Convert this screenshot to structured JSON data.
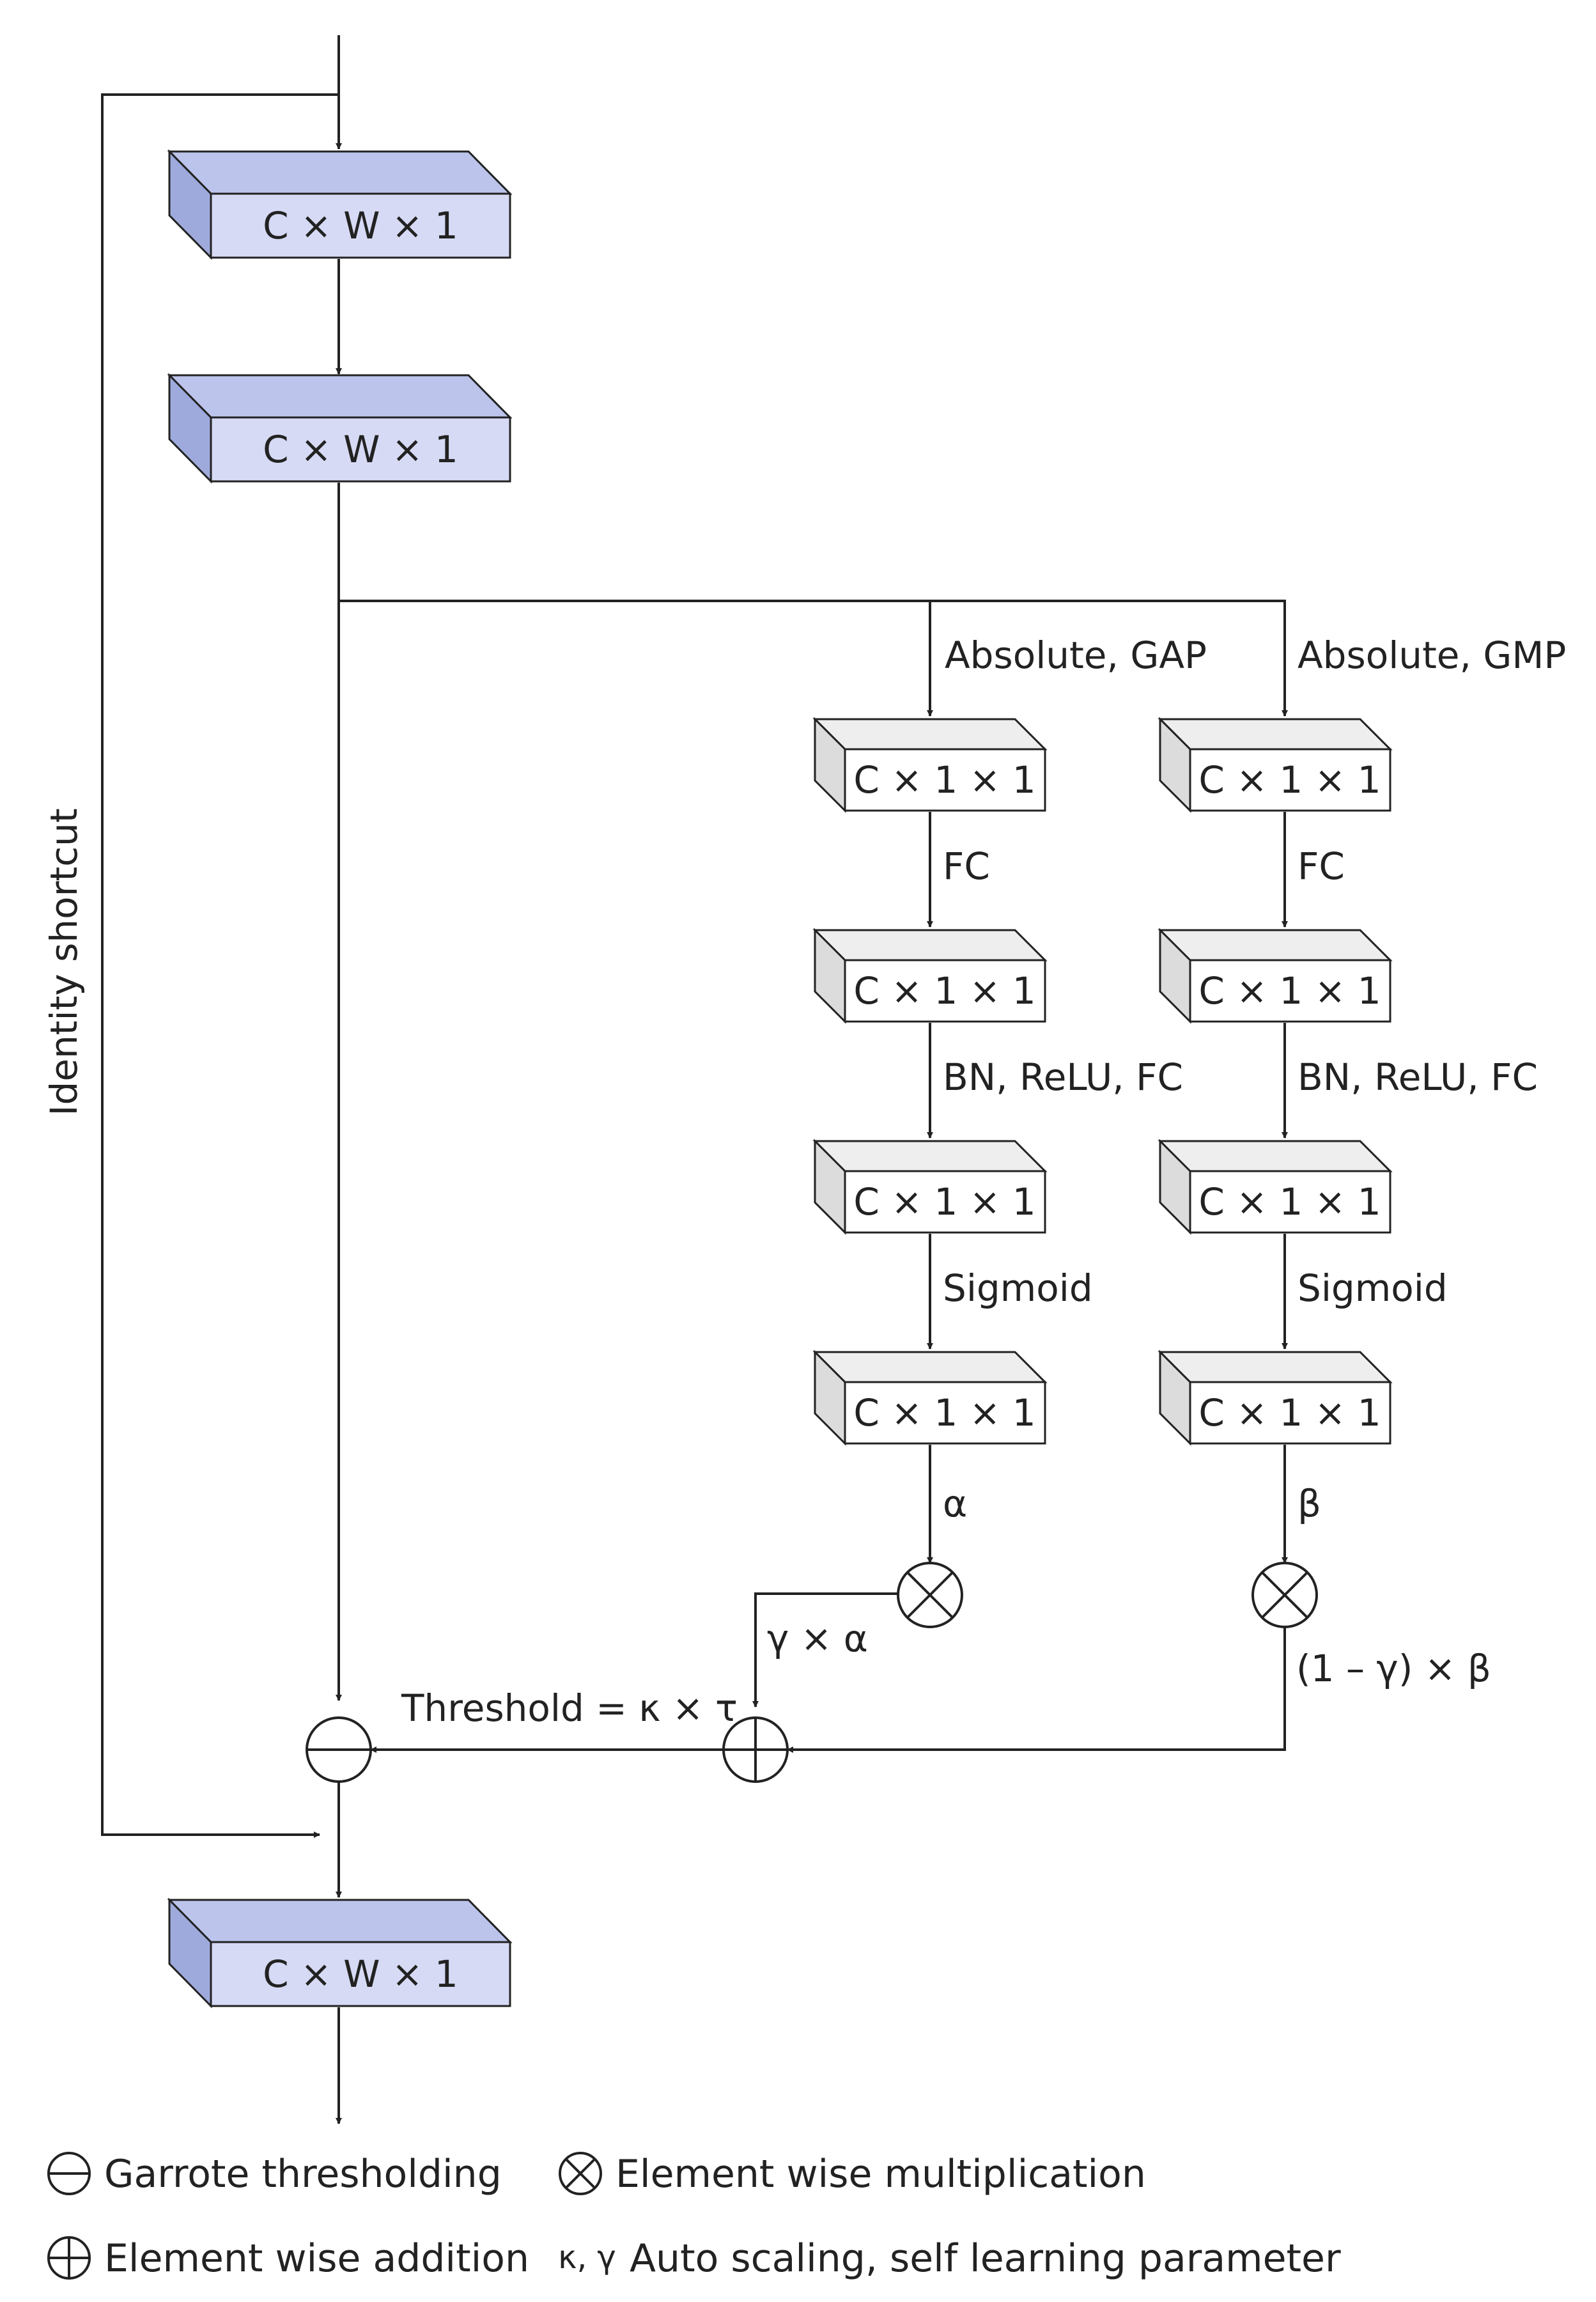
{
  "colors": {
    "feature_front": "#d6daf4",
    "feature_side": "#9eaadc",
    "feature_top": "#bcc4ec",
    "channel_front": "#ffffff",
    "channel_side": "#dcdcdc",
    "channel_top": "#eeeeee",
    "line": "#222222"
  },
  "feature_maps": {
    "input_1": "C × W × 1",
    "input_2": "C × W × 1",
    "output": "C × W × 1"
  },
  "shortcut_label": "Identity shortcut",
  "gap_branch": {
    "entry_label": "Absolute, GAP",
    "boxes": [
      "C × 1 × 1",
      "C × 1 × 1",
      "C × 1 × 1",
      "C × 1 × 1"
    ],
    "edge_labels": [
      "FC",
      "BN, ReLU, FC",
      "Sigmoid"
    ],
    "coefficient_label": "α",
    "scaled_label": "γ × α"
  },
  "gmp_branch": {
    "entry_label": "Absolute, GMP",
    "boxes": [
      "C × 1 × 1",
      "C × 1 × 1",
      "C × 1 × 1",
      "C × 1 × 1"
    ],
    "edge_labels": [
      "FC",
      "BN, ReLU, FC",
      "Sigmoid"
    ],
    "coefficient_label": "β",
    "scaled_label": "(1 – γ) × β"
  },
  "threshold_label": "Threshold = κ × τ",
  "legend": {
    "garrote": "Garrote thresholding",
    "multiplication": "Element wise multiplication",
    "addition": "Element wise addition",
    "params_symbol": "κ, γ",
    "params": "Auto scaling, self learning parameter"
  }
}
